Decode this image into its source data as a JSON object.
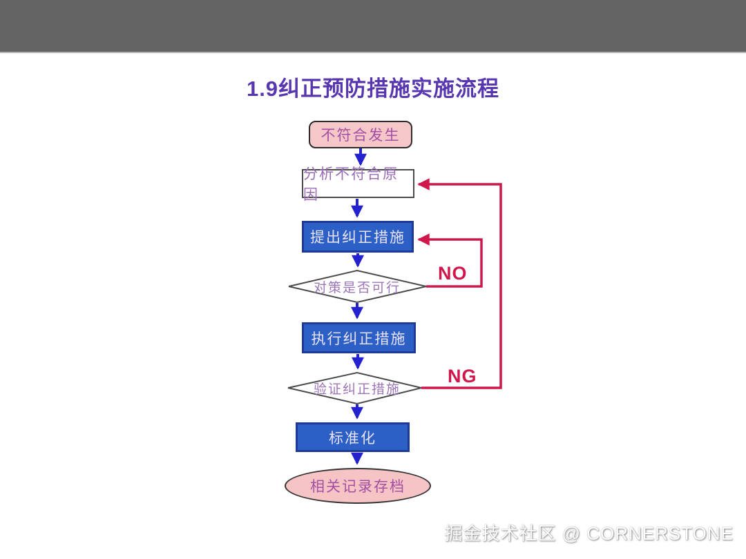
{
  "title": {
    "text": "1.9纠正预防措施实施流程"
  },
  "flowchart": {
    "nodes": [
      {
        "id": "start",
        "label": "不符合发生"
      },
      {
        "id": "analyze",
        "label": "分析不符合原因"
      },
      {
        "id": "propose",
        "label": "提出纠正措施"
      },
      {
        "id": "decision-feasible",
        "label": "对策是否可行"
      },
      {
        "id": "execute",
        "label": "执行纠正措施"
      },
      {
        "id": "decision-verify",
        "label": "验证纠正措施"
      },
      {
        "id": "standardize",
        "label": "标准化"
      },
      {
        "id": "archive",
        "label": "相关记录存档"
      }
    ],
    "branch_labels": {
      "no": "NO",
      "ng": "NG"
    },
    "colors": {
      "header_gray": "#646464",
      "title_purple": "#5836b0",
      "node_blue": "#2c60c6",
      "node_pink": "#f6c7c9",
      "arrow_blue": "#2322ce",
      "loop_red": "#d0174c"
    }
  },
  "watermark": {
    "text": "掘金技术社区 @ CORNERSTONE"
  }
}
